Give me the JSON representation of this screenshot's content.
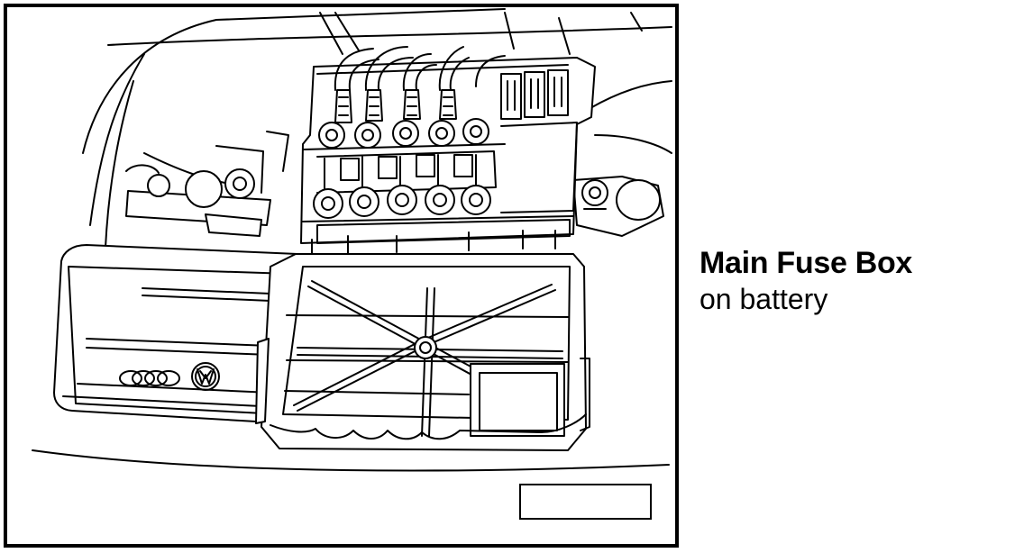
{
  "caption": {
    "title": "Main Fuse Box",
    "subtitle": "on battery"
  },
  "colors": {
    "ink": "#000000",
    "paper": "#ffffff"
  },
  "illustration": {
    "brand_logos": [
      "audi-rings-logo",
      "vw-roundel-logo"
    ],
    "fuse_row_count": 5
  }
}
